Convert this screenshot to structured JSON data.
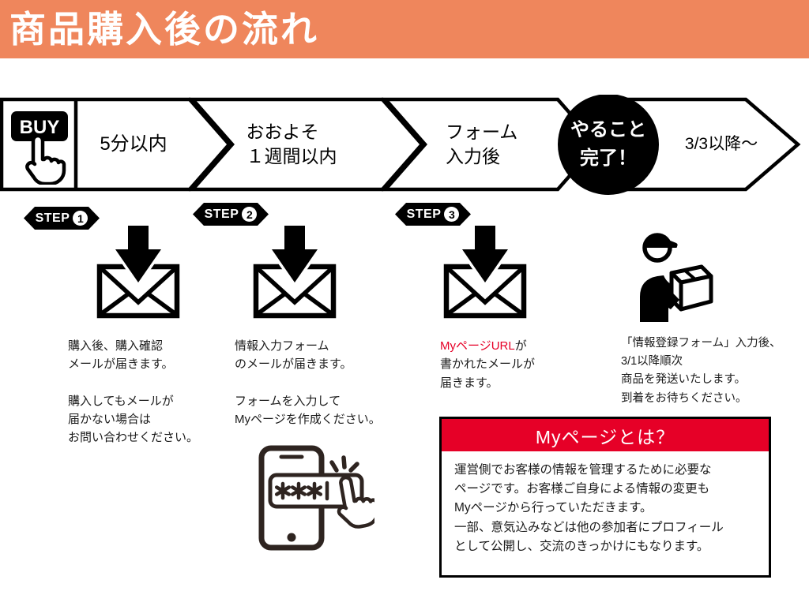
{
  "page": {
    "title": "商品購入後の流れ"
  },
  "colors": {
    "header_bg": "#EF865C",
    "accent_red": "#E60027",
    "ink": "#000000"
  },
  "icons": {
    "buy": "buy-click-icon",
    "mail": "mail-received-icon",
    "delivery": "delivery-person-icon",
    "phone": "smartphone-password-icon"
  },
  "timeline": {
    "buy_label": "BUY",
    "segments": [
      {
        "label": "5分以内"
      },
      {
        "label": "おおよそ\n１週間以内"
      },
      {
        "label": "フォーム\n入力後"
      },
      {
        "label": "3/3以降〜"
      }
    ],
    "done_badge": "やること\n完了！"
  },
  "steps": [
    {
      "badge": "STEP",
      "number": "1",
      "text": "購入後、購入確認\nメールが届きます。\n\n購入してもメールが\n届かない場合は\nお問い合わせください。"
    },
    {
      "badge": "STEP",
      "number": "2",
      "text": "情報入力フォーム\nのメールが届きます。\n\nフォームを入力して\nMyページを作成ください。"
    },
    {
      "badge": "STEP",
      "number": "3",
      "text_highlight": "MyページURL",
      "text_rest": "が\n書かれたメールが\n届きます。"
    },
    {
      "text": "「情報登録フォーム」入力後、\n3/1以降順次\n商品を発送いたします。\n到着をお待ちください。"
    }
  ],
  "mypage_box": {
    "title": "Myページとは？",
    "body": "運営側でお客様の情報を管理するために必要な\nページです。お客様ご自身による情報の変更も\nMyページから行っていただきます。\n一部、意気込みなどは他の参加者にプロフィール\nとして公開し、交流のきっかけにもなります。"
  }
}
